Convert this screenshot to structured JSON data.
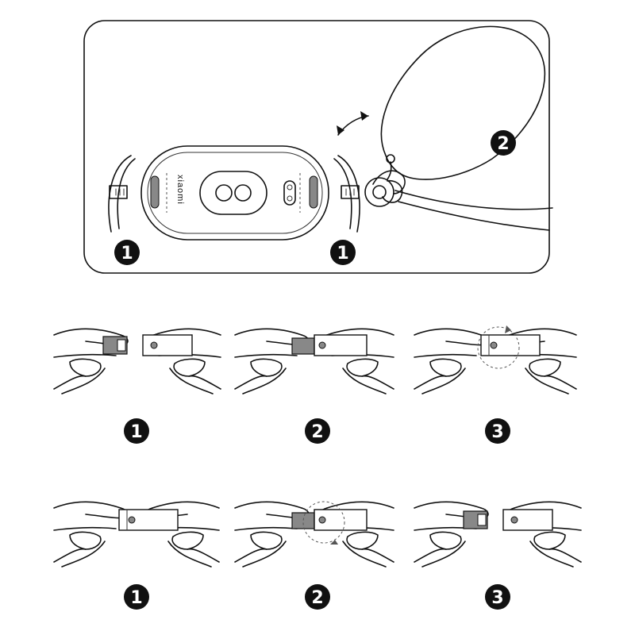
{
  "device": {
    "brand_text": "xiaomi"
  },
  "top_panel": {
    "callouts": [
      {
        "label": "1"
      },
      {
        "label": "1"
      },
      {
        "label": "2"
      }
    ]
  },
  "attach_sequence": {
    "steps": [
      {
        "label": "1"
      },
      {
        "label": "2"
      },
      {
        "label": "3"
      }
    ]
  },
  "detach_sequence": {
    "steps": [
      {
        "label": "1"
      },
      {
        "label": "2"
      },
      {
        "label": "3"
      }
    ]
  },
  "colors": {
    "ink": "#111111",
    "connector_gray": "#777777",
    "background": "#ffffff"
  }
}
